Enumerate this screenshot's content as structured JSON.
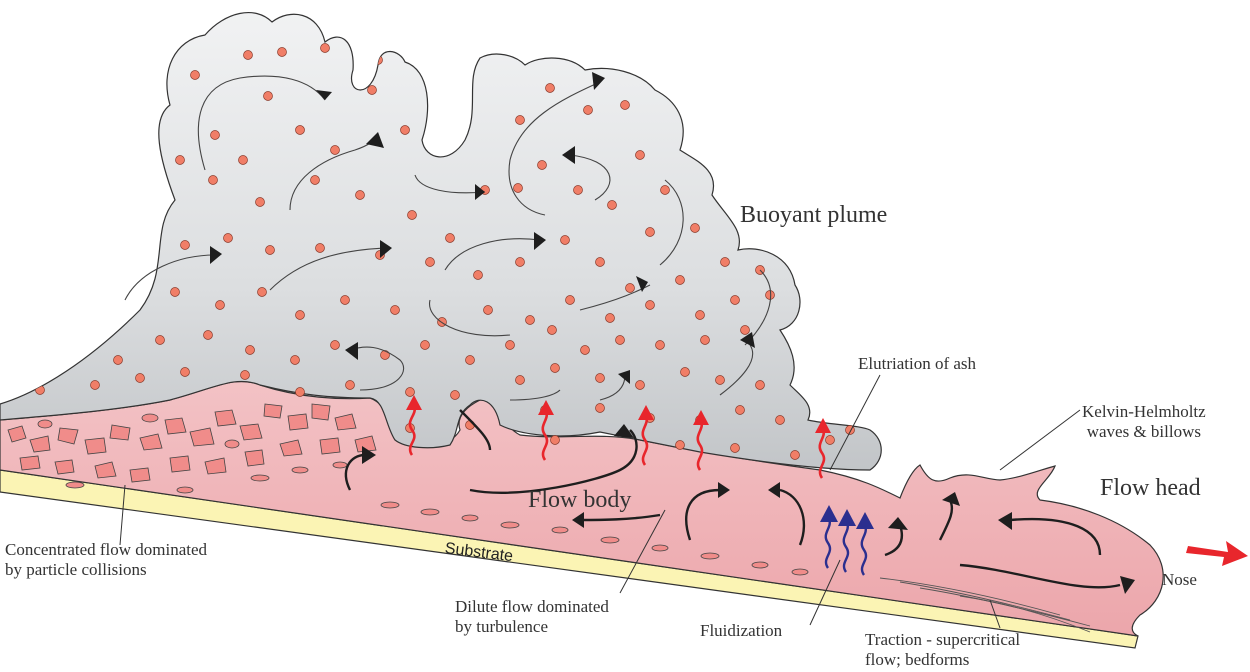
{
  "labels": {
    "buoyant_plume": "Buoyant plume",
    "elutriation": "Elutriation of ash",
    "kh_line1": "Kelvin-Helmholtz",
    "kh_line2": "waves & billows",
    "flow_head": "Flow head",
    "flow_body": "Flow body",
    "nose": "Nose",
    "substrate": "Substrate",
    "concentrated_line1": "Concentrated flow dominated",
    "concentrated_line2": "by particle collisions",
    "dilute_line1": "Dilute flow dominated",
    "dilute_line2": "by turbulence",
    "fluidization": "Fluidization",
    "traction_line1": "Traction - supercritical",
    "traction_line2": "flow; bedforms"
  },
  "colors": {
    "plume_fill": "#e6e7e9",
    "flow_fill": "#efb9bd",
    "substrate_fill": "#fbf4b4",
    "clast_fill": "#f08c8a",
    "particle_fill": "#f07e67",
    "motion_arrow": "#222222",
    "elutriation_arrow": "#e8262c",
    "fluidization_arrow": "#2b2f8f",
    "direction_arrow": "#e8262c"
  }
}
